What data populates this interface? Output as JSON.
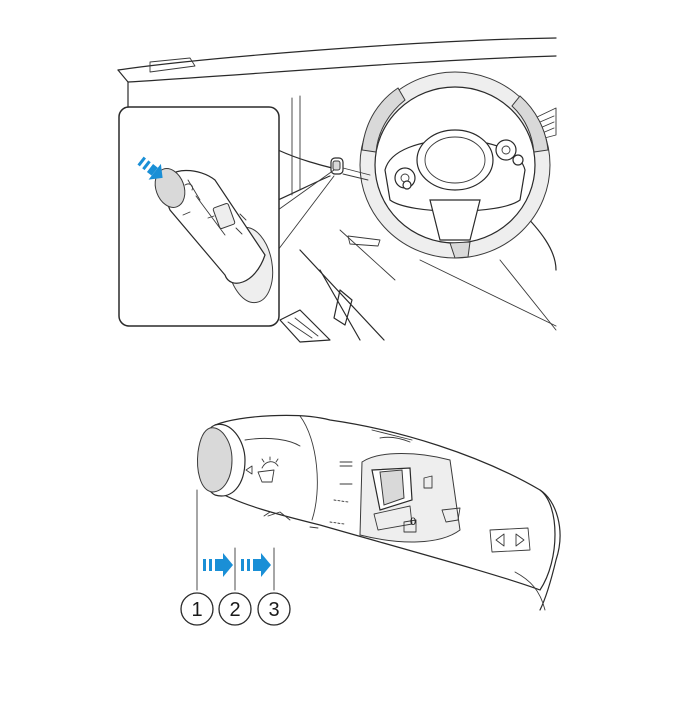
{
  "figure": {
    "top_panel": "dashboard-with-inset",
    "bottom_panel": "wiper-stalk-closeup",
    "colors": {
      "arrow": "#1a8fd6",
      "line": "#2a2a2a",
      "shade": "#d9d9d9"
    }
  },
  "steps": [
    {
      "label": "1"
    },
    {
      "label": "2"
    },
    {
      "label": "3"
    }
  ]
}
